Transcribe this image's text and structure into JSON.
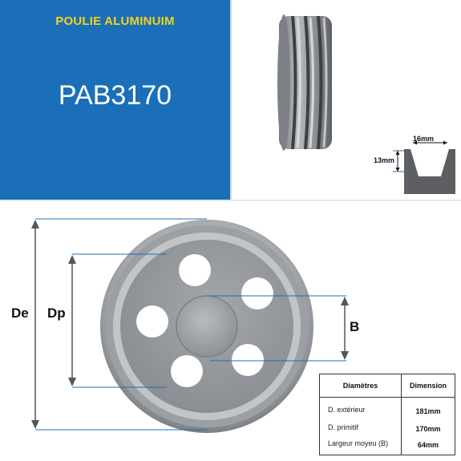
{
  "header": {
    "brand_line": "POULIE ALUMINUIM",
    "model_code": "PAB3170"
  },
  "groove_profile": {
    "width_label": "16mm",
    "depth_label": "13mm"
  },
  "dimension_labels": {
    "de": "De",
    "dp": "Dp",
    "b": "B"
  },
  "spec_table": {
    "col_headers": [
      "Diamètres",
      "Dimension"
    ],
    "rows": [
      {
        "label": "D. extérieur",
        "value": "181mm"
      },
      {
        "label": "D. primitif",
        "value": "170mm"
      },
      {
        "label": "Largeur moyeu (B)",
        "value": "64mm"
      }
    ]
  },
  "colors": {
    "header_bg": "#1b6fb8",
    "brand_text": "#f3d21a",
    "model_text": "#ffffff",
    "pulley_metal": "#8f9296",
    "callout_line": "#1b6fb8"
  }
}
